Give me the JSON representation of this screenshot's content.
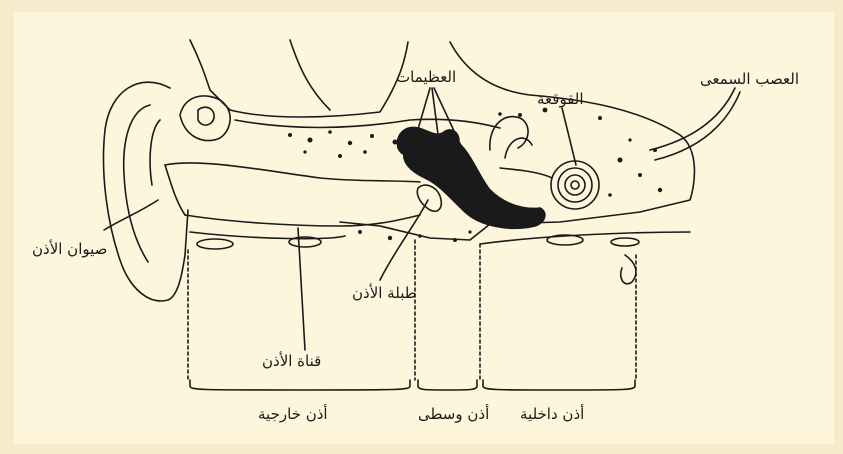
{
  "colors": {
    "page_background": "#f7ebcb",
    "panel_background": "#fdf5dc",
    "ink": "#1a1a1a"
  },
  "labels": {
    "auditory_nerve": "العصب السمعى",
    "ossicles": "العظيمات",
    "cochlea": "القوقعة",
    "pinna": "صيوان الأذن",
    "eardrum": "طبلة الأذن",
    "ear_canal": "قناة الأذن",
    "outer_ear": "أذن خارجية",
    "middle_ear": "أذن وسطى",
    "inner_ear": "أذن داخلية"
  }
}
